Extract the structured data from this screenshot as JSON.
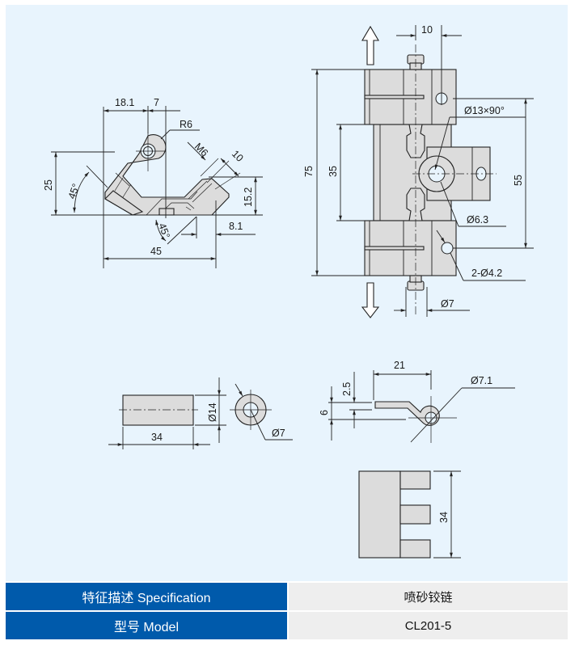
{
  "drawings": {
    "side_view": {
      "dims": [
        "18.1",
        "7",
        "R6",
        "M6",
        "10",
        "25",
        "45°",
        "15.2",
        "45°",
        "8.1",
        "45"
      ]
    },
    "front_view": {
      "dims": [
        "10",
        "Ø13×90°",
        "75",
        "35",
        "55",
        "Ø6.3",
        "2-Ø4.2",
        "Ø7"
      ]
    },
    "pin_view": {
      "dims": [
        "Ø14",
        "34",
        "Ø7"
      ]
    },
    "spring_view": {
      "dims": [
        "21",
        "2.5",
        "6",
        "Ø7.1"
      ]
    },
    "leaf_view": {
      "dims": [
        "34"
      ]
    }
  },
  "spec_table": {
    "rows": [
      {
        "label": "特征描述 Specification",
        "value": "喷砂铰链"
      },
      {
        "label": "型号 Model",
        "value": "CL201-5"
      }
    ]
  },
  "colors": {
    "panel_bg": "#e8f4fd",
    "label_bg": "#005aab",
    "value_bg": "#eeeeee",
    "part_fill": "#dcdcdc"
  }
}
